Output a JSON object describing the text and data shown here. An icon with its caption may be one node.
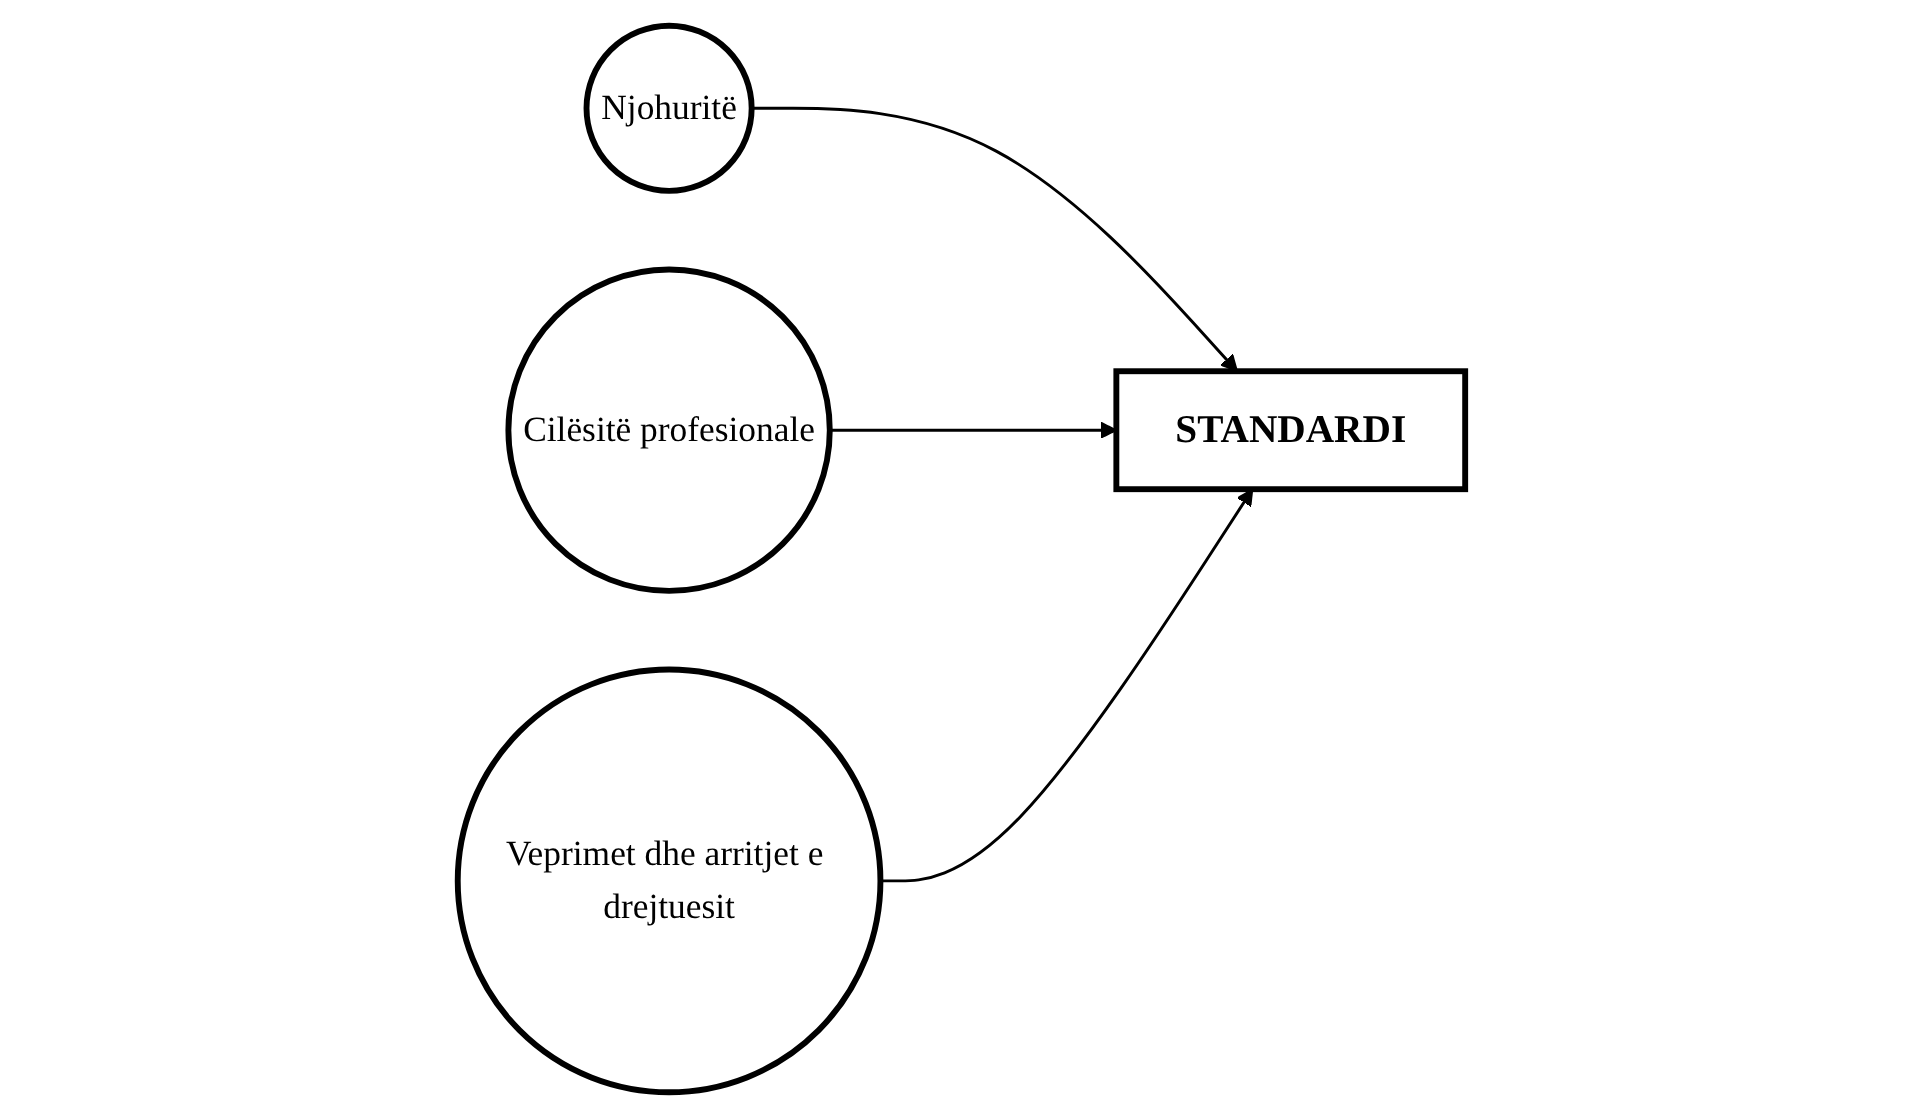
{
  "diagram": {
    "nodes": [
      {
        "text": [
          "Njohuritë"
        ]
      },
      {
        "text": [
          "Cilësitë profesionale"
        ]
      },
      {
        "text": [
          "Veprimet dhe arritjet e drejtuesit"
        ]
      },
      {
        "text": [
          "STANDARDI"
        ]
      }
    ],
    "edges": [
      {
        "from": 0,
        "to": 3,
        "arrow": "to"
      },
      {
        "from": 1,
        "to": 3,
        "arrow": "to"
      },
      {
        "from": 2,
        "to": 3,
        "arrow": "to"
      }
    ]
  }
}
